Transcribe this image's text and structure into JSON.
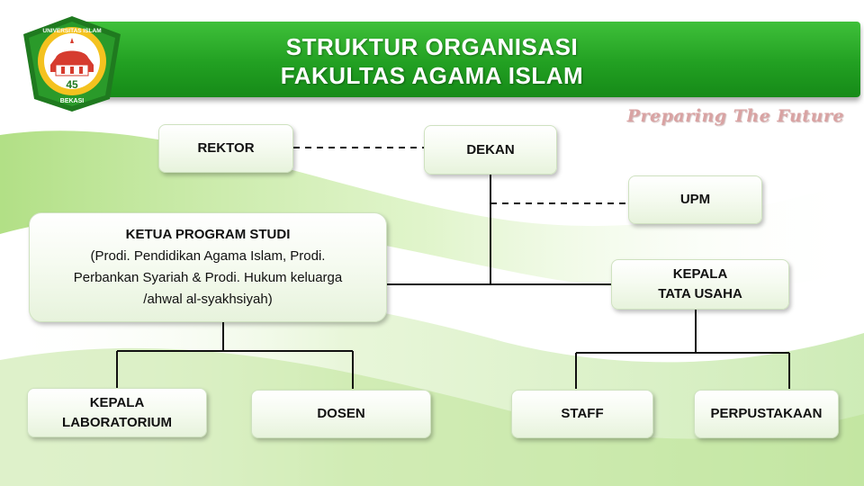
{
  "header": {
    "title_line1": "STRUKTUR ORGANISASI",
    "title_line2": "FAKULTAS AGAMA ISLAM",
    "tagline": "Preparing The Future",
    "logo": {
      "top_text": "UNIVERSITAS ISLAM",
      "number": "45",
      "bottom_text": "BEKASI"
    }
  },
  "colors": {
    "banner_green": "#22a022",
    "box_background": "#f2f9ec",
    "line_color": "#111111",
    "tagline_color": "#d9a3a3"
  },
  "nodes": {
    "rektor": {
      "label": "REKTOR"
    },
    "dekan": {
      "label": "DEKAN"
    },
    "upm": {
      "label": "UPM"
    },
    "kaprodi": {
      "title": "KETUA PROGRAM STUDI",
      "line1": "(Prodi. Pendidikan Agama Islam, Prodi.",
      "line2": "Perbankan Syariah & Prodi. Hukum keluarga",
      "line3": "/ahwal al-syakhsiyah)"
    },
    "kepala_tu": {
      "line1": "KEPALA",
      "line2": "TATA USAHA"
    },
    "kepala_lab": {
      "line1": "KEPALA",
      "line2": "LABORATORIUM"
    },
    "dosen": {
      "label": "DOSEN"
    },
    "staff": {
      "label": "STAFF"
    },
    "perpustakaan": {
      "label": "PERPUSTAKAAN"
    }
  }
}
